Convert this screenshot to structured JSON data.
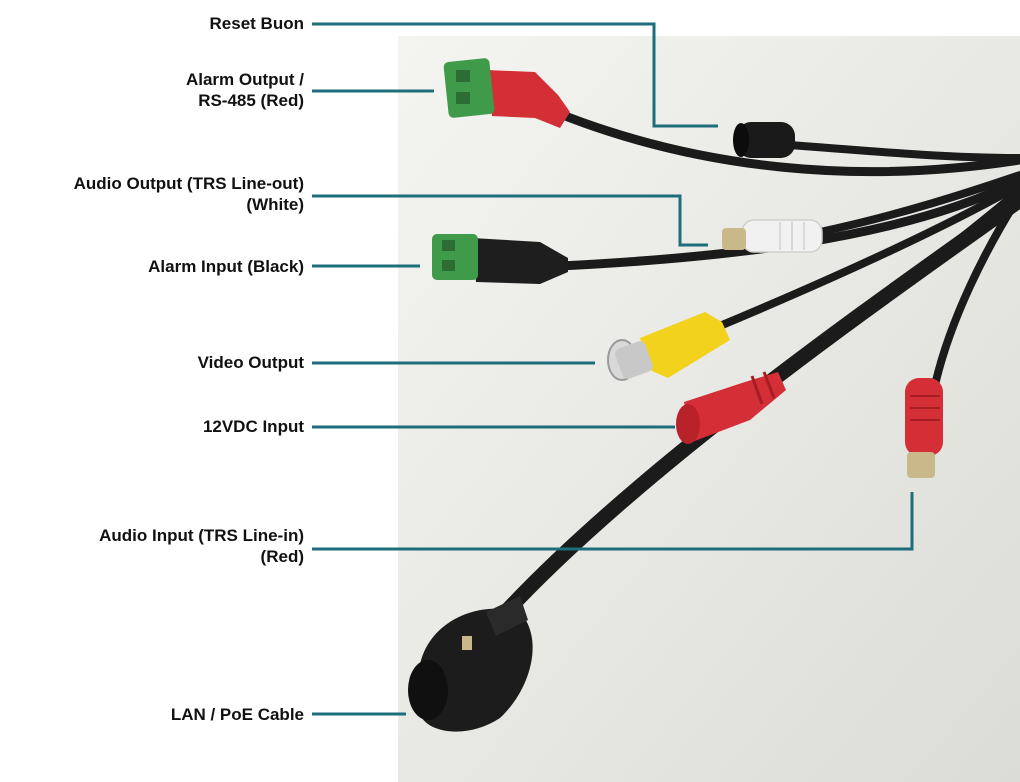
{
  "labels": {
    "reset": "Reset Buon",
    "alarm_output_1": "Alarm Output /",
    "alarm_output_2": "RS-485 (Red)",
    "audio_output_1": "Audio Output (TRS Line-out)",
    "audio_output_2": "(White)",
    "alarm_input": "Alarm Input (Black)",
    "video_output": "Video Output",
    "dc_input": "12VDC Input",
    "audio_input_1": "Audio Input (TRS Line-in)",
    "audio_input_2": "(Red)",
    "lan_poe": "LAN / PoE Cable"
  },
  "colors": {
    "leader_line": "#1d6d7b",
    "photo_background": "#ecece8",
    "cable": "#1b1b1b",
    "red_connector": "#d42e36",
    "green_terminal": "#3f9a4a",
    "yellow_connector": "#f2d21c",
    "white_connector": "#f1f1f1",
    "metal": "#c9b98a"
  },
  "icons": {
    "reset_button": "reset-button-connector",
    "alarm_output": "green-terminal-red-plug",
    "audio_output": "white-rca-plug",
    "alarm_input": "green-terminal-black-plug",
    "video_output": "yellow-bnc-plug",
    "dc_input": "red-dc-jack",
    "audio_input": "red-rca-plug",
    "lan_poe": "waterproof-rj45-connector"
  }
}
